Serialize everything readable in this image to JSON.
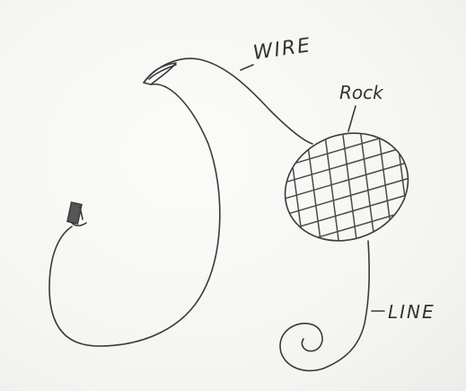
{
  "diagram": {
    "labels": {
      "wire": "WIRE",
      "rock": "Rock",
      "line": "LINE"
    }
  }
}
